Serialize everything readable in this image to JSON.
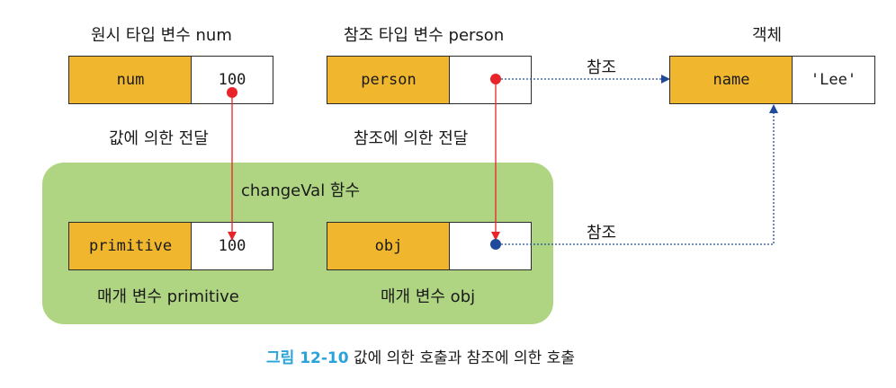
{
  "titles": {
    "primitive_var": "원시 타입 변수 num",
    "reference_var": "참조 타입 변수 person",
    "object": "객체"
  },
  "cells": {
    "num_key": "num",
    "num_val": "100",
    "person_key": "person",
    "name_key": "name",
    "name_val": "'Lee'",
    "primitive_key": "primitive",
    "primitive_val": "100",
    "obj_key": "obj"
  },
  "labels": {
    "pass_by_value": "값에 의한 전달",
    "pass_by_reference": "참조에 의한 전달",
    "function_name": "changeVal 함수",
    "param_primitive": "매개 변수 primitive",
    "param_obj": "매개 변수 obj",
    "ref_top": "참조",
    "ref_bottom": "참조"
  },
  "caption": {
    "figure": "그림 12-10",
    "text": "값에 의한 호출과 참조에 의한 호출"
  },
  "colors": {
    "key_cell": "#f0b62d",
    "green_box": "#afd583",
    "red_dot": "#e8232a",
    "blue_dot": "#1f4a9c",
    "caption_accent": "#2aa3da"
  }
}
